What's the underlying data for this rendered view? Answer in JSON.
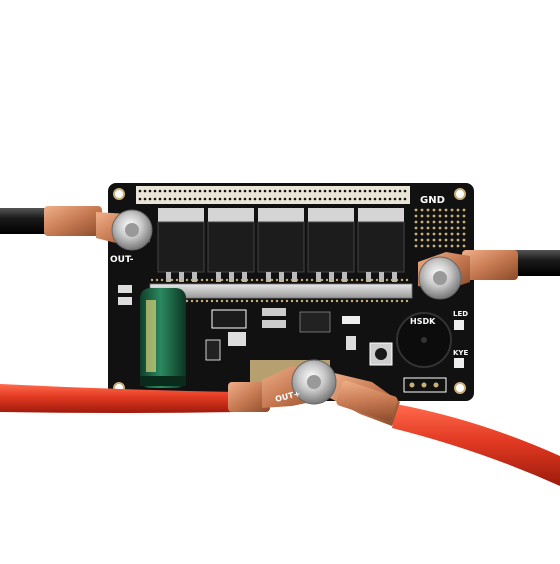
{
  "image": {
    "subject": "spot-welder-pcb-board",
    "background_color": "#ffffff",
    "pcb_color": "#111111",
    "silkscreen_color": "#ffffff",
    "pad_color": "#c9b07a",
    "cable_black_color": "#1a1a1a",
    "cable_red_color": "#e23a22",
    "copper_lug_color": "#c77a52",
    "capacitor_color": "#1f6b4a"
  },
  "silkscreen": {
    "gnd": "GND",
    "out_minus": "OUT-",
    "out_plus": "OUT+",
    "led": "LED",
    "key": "KYE",
    "buzzer": "HSDK"
  },
  "mosfet_count": 5,
  "icons": [
    "mosfet-icon",
    "capacitor-icon",
    "buzzer-icon",
    "bolt-icon",
    "button-icon"
  ]
}
